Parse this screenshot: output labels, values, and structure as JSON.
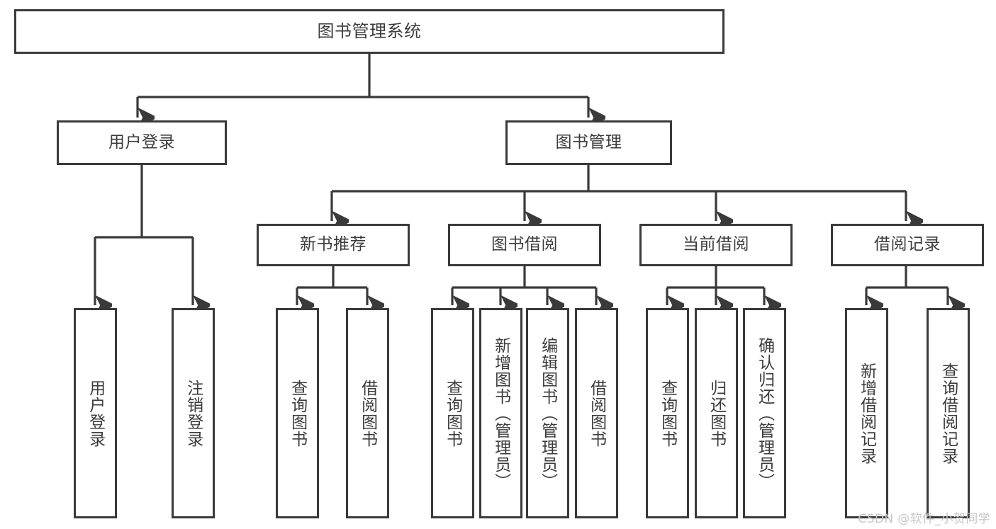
{
  "diagram": {
    "title": "图书管理系统",
    "watermark": "CSDN @软件_小贺同学",
    "line_color": "#3a3a3a",
    "text_color": "#3c3c3c",
    "background": "#ffffff",
    "nodes": {
      "root": {
        "label": "图书管理系统"
      },
      "level1": [
        {
          "label": "用户登录"
        },
        {
          "label": "图书管理"
        }
      ],
      "level2": [
        {
          "label": "新书推荐"
        },
        {
          "label": "图书借阅"
        },
        {
          "label": "当前借阅"
        },
        {
          "label": "借阅记录"
        }
      ],
      "leaves": {
        "user_login": [
          {
            "label": "用户登录"
          },
          {
            "label": "注销登录"
          }
        ],
        "new_book": [
          {
            "label": "查询图书"
          },
          {
            "label": "借阅图书"
          }
        ],
        "book_borrow": [
          {
            "label": "查询图书"
          },
          {
            "label": "新增图书（管理员）"
          },
          {
            "label": "编辑图书（管理员）"
          },
          {
            "label": "借阅图书"
          }
        ],
        "current_borrow": [
          {
            "label": "查询图书"
          },
          {
            "label": "归还图书"
          },
          {
            "label": "确认归还（管理员）"
          }
        ],
        "borrow_record": [
          {
            "label": "新增借阅记录"
          },
          {
            "label": "查询借阅记录"
          }
        ]
      }
    }
  }
}
